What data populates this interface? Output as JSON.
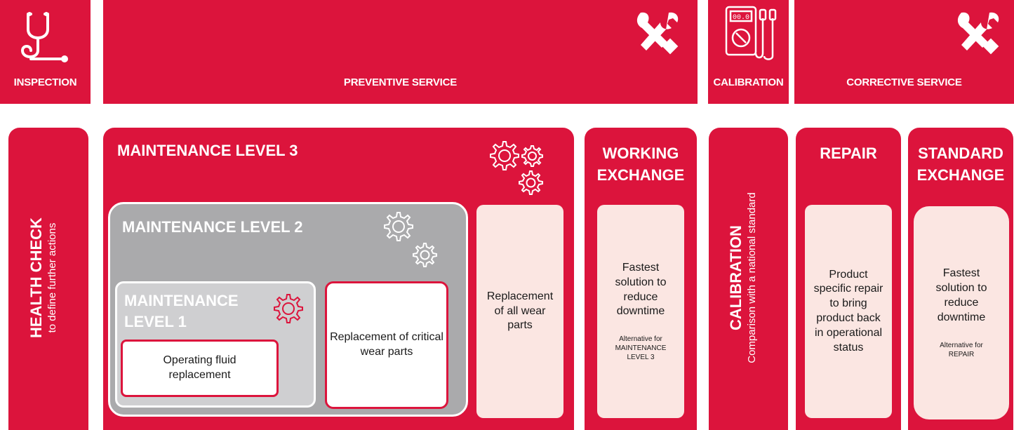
{
  "header": {
    "inspection": "INSPECTION",
    "preventive": "PREVENTIVE SERVICE",
    "calibration": "CALIBRATION",
    "corrective": "CORRECTIVE SERVICE"
  },
  "health_check": {
    "title": "HEALTH CHECK",
    "subtitle": "to define further actions"
  },
  "maintenance3": {
    "title": "MAINTENANCE LEVEL 3",
    "box": "Replacement of all wear parts"
  },
  "maintenance2": {
    "title": "MAINTENANCE LEVEL 2",
    "box": "Replacement of critical wear parts"
  },
  "maintenance1": {
    "title_line1": "MAINTENANCE",
    "title_line2": "LEVEL 1",
    "box": "Operating fluid replacement"
  },
  "working_exchange": {
    "title_line1": "WORKING",
    "title_line2": "EXCHANGE",
    "text": "Fastest solution to reduce downtime",
    "note": "Alternative for MAINTENANCE LEVEL 3"
  },
  "calibration_card": {
    "title": "CALIBRATION",
    "subtitle": "Comparison with a national standard"
  },
  "repair": {
    "title": "REPAIR",
    "text": "Product specific repair to bring product back in operational status"
  },
  "standard_exchange": {
    "title_line1": "STANDARD",
    "title_line2": "EXCHANGE",
    "text": "Fastest solution to reduce downtime",
    "note": "Alternative for REPAIR"
  },
  "multimeter_display": "00.0",
  "colors": {
    "brand_red": "#dc143c",
    "pink": "#fbe6e2",
    "gray_dark": "#aaaaac",
    "gray_light": "#cfcfd1"
  },
  "icons": [
    "stethoscope-icon",
    "tools-icon",
    "multimeter-icon",
    "gears-icon",
    "gear-icon"
  ]
}
